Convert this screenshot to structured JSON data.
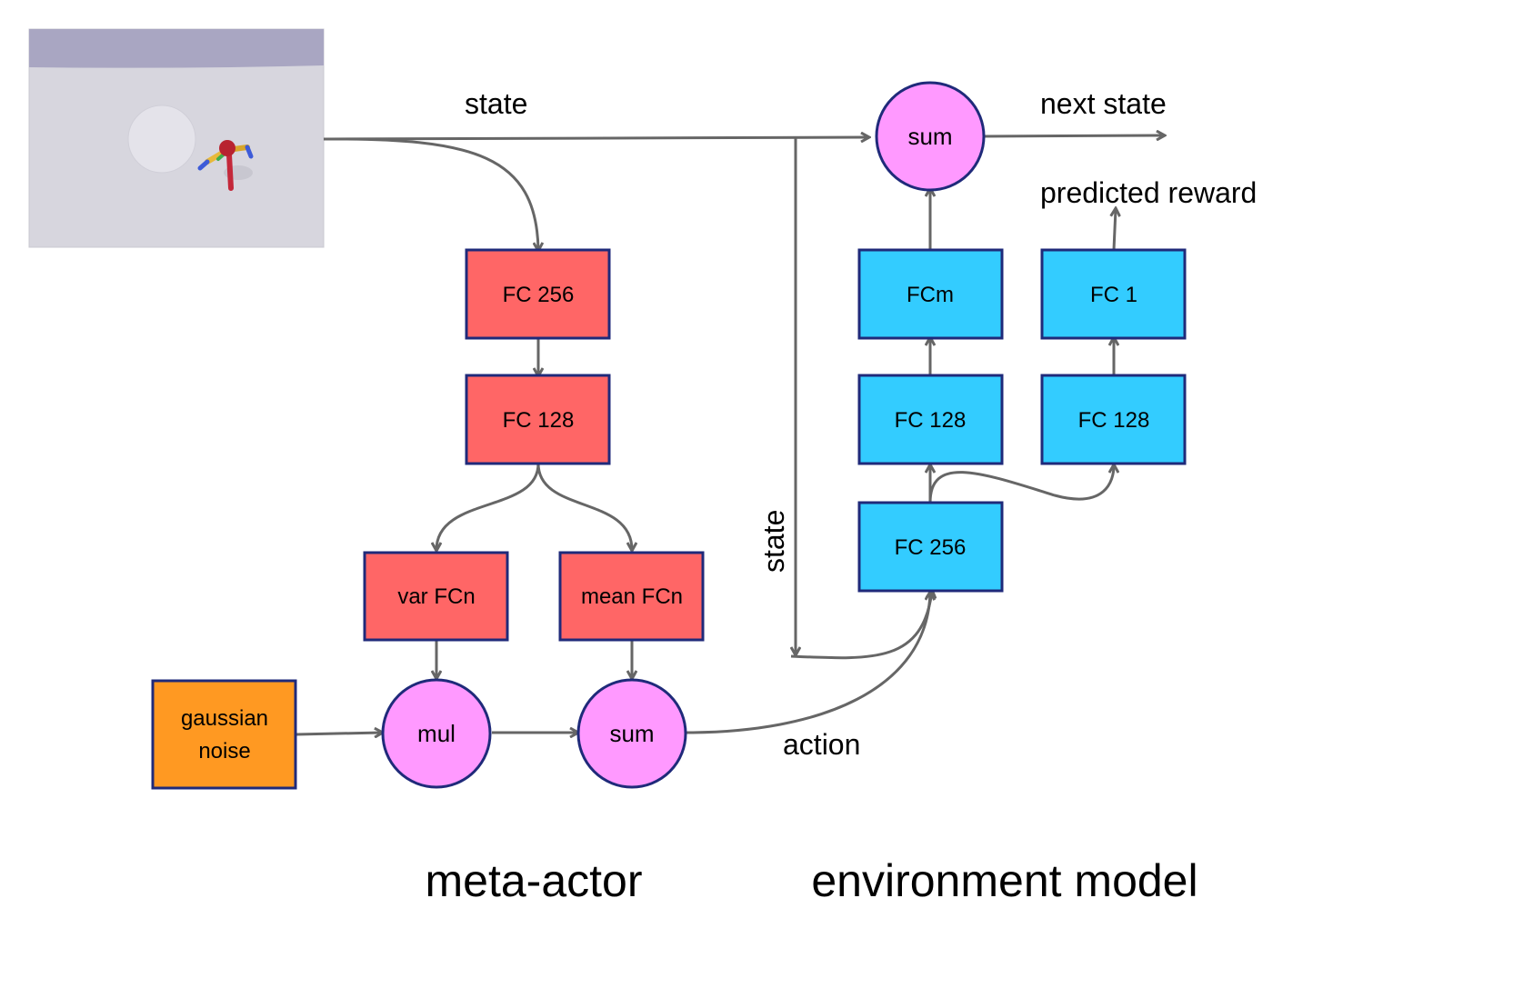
{
  "environment_image": {
    "icon": "ant-robot-scene"
  },
  "labels": {
    "state_top": "state",
    "state_vertical": "state",
    "next_state": "next state",
    "predicted_reward": "predicted reward",
    "action": "action"
  },
  "meta_actor": {
    "section_title": "meta-actor",
    "fc256": "FC 256",
    "fc128": "FC 128",
    "var_fcn": "var FCn",
    "mean_fcn": "mean FCn",
    "gaussian_line1": "gaussian",
    "gaussian_line2": "noise",
    "mul": "mul",
    "sum": "sum"
  },
  "environment_model": {
    "section_title": "environment model",
    "sum": "sum",
    "fcm": "FCm",
    "fc1": "FC 1",
    "fc128_left": "FC 128",
    "fc128_right": "FC 128",
    "fc256": "FC 256"
  },
  "colors": {
    "actor_box": "#ff6666",
    "model_box": "#33ccff",
    "noise_box": "#ff9922",
    "operation_circle": "#ff99ff",
    "box_border": "#1f2a7a",
    "arrow": "#666666"
  }
}
